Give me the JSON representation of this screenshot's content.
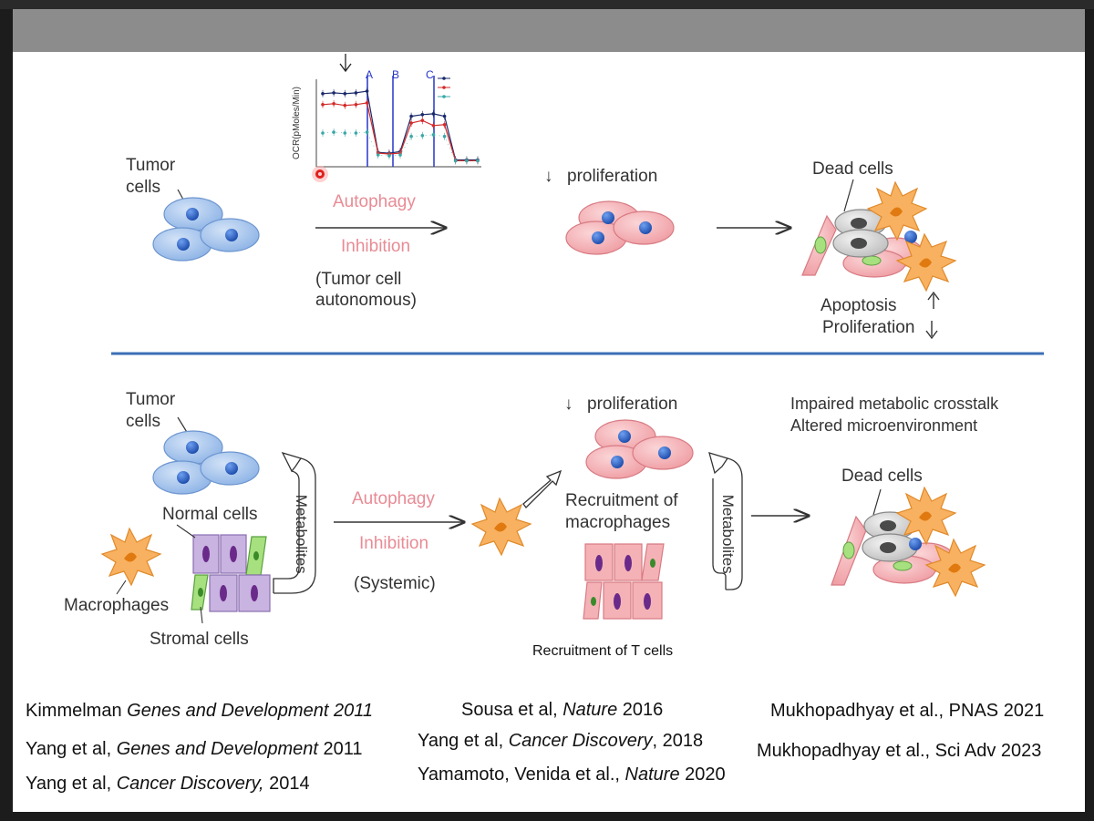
{
  "top": {
    "tumor_cells": [
      "Tumor",
      "cells"
    ],
    "autophagy": "Autophagy",
    "inhibition": "Inhibition",
    "autonomous": [
      "(Tumor cell",
      "autonomous)"
    ],
    "proliferation": "proliferation",
    "dead_cells": "Dead cells",
    "apoptosis": "Apoptosis",
    "proliferation_down": "Proliferation"
  },
  "bottom": {
    "tumor_cells": [
      "Tumor",
      "cells"
    ],
    "normal_cells": "Normal cells",
    "macrophages": "Macrophages",
    "stromal_cells": "Stromal cells",
    "metabolites_left": "Metabolites",
    "autophagy": "Autophagy",
    "inhibition": "Inhibition",
    "systemic": "(Systemic)",
    "proliferation": "proliferation",
    "recruitment_macrophages": [
      "Recruitment of",
      "macrophages"
    ],
    "recruitment_t_cells": "Recruitment of T cells",
    "metabolites_right": "Metabolites",
    "impaired": "Impaired metabolic crosstalk",
    "altered": "Altered microenvironment",
    "dead_cells": "Dead cells"
  },
  "inset_chart": {
    "ylabel": "OCR(pMoles/Min)",
    "markers": [
      "A",
      "B",
      "C"
    ]
  },
  "chart_data": {
    "type": "line",
    "title": "",
    "xlabel": "",
    "ylabel": "OCR(pMoles/Min)",
    "injection_markers": [
      "A",
      "B",
      "C"
    ],
    "x": [
      1,
      2,
      3,
      4,
      5,
      6,
      7,
      8,
      9,
      10,
      11,
      12,
      13,
      14,
      15
    ],
    "ylim": [
      0,
      100
    ],
    "series": [
      {
        "color": "#1a2a6a",
        "values": [
          85,
          86,
          85,
          86,
          88,
          15,
          14,
          16,
          58,
          60,
          61,
          58,
          6,
          6,
          6
        ]
      },
      {
        "color": "#d42a2a",
        "values": [
          72,
          73,
          71,
          72,
          74,
          14,
          13,
          14,
          50,
          53,
          47,
          48,
          5,
          5,
          5
        ]
      },
      {
        "color": "#3aa8a8",
        "values": [
          38,
          39,
          38,
          38,
          39,
          12,
          11,
          12,
          34,
          35,
          36,
          34,
          5,
          5,
          5
        ]
      }
    ]
  },
  "references": {
    "col1": [
      {
        "plain": "Kimmelman ",
        "italic": "Genes and Development 2011",
        "after": ""
      },
      {
        "plain": "Yang et al, ",
        "italic": "Genes and Development",
        "after": " 2011"
      },
      {
        "plain": "Yang et al,  ",
        "italic": "Cancer Discovery,",
        "after": " 2014"
      }
    ],
    "col2": [
      {
        "plain": "Sousa et al, ",
        "italic": "Nature",
        "after": " 2016"
      },
      {
        "plain": "Yang et al,  ",
        "italic": "Cancer Discovery",
        "after": ", 2018"
      },
      {
        "plain": "Yamamoto, Venida et al., ",
        "italic": "Nature",
        "after": " 2020"
      }
    ],
    "col3": [
      {
        "plain": "Mukhopadhyay et al., PNAS 2021",
        "italic": "",
        "after": ""
      },
      {
        "plain": "Mukhopadhyay et al., Sci Adv  2023",
        "italic": "",
        "after": ""
      }
    ]
  },
  "colors": {
    "tumor_cell": "#a9c6ec",
    "tumor_nucleus": "#2f6bd0",
    "pink_cell": "#f4b2b6",
    "dead_cell_gray": "#d3d3d3",
    "macrophage": "#f7a23a",
    "normal_cell": "#c9b3e0",
    "stromal_cell": "#a7e07e",
    "divider": "#3b6fb6",
    "accent_text": "#e88b95"
  }
}
